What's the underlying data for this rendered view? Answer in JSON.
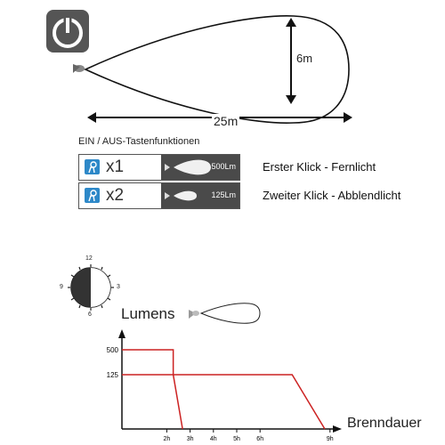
{
  "beam": {
    "height_label": "6m",
    "length_label": "25m"
  },
  "functions": {
    "title": "EIN / AUS-Tastenfunktionen",
    "rows": [
      {
        "multiplier": "x1",
        "lumens": "500Lm",
        "description": "Erster Klick - Fernlicht"
      },
      {
        "multiplier": "x2",
        "lumens": "125Lm",
        "description": "Zweiter Klick - Abblendlicht"
      }
    ]
  },
  "clock": {
    "labels": [
      "12",
      "3",
      "6",
      "9"
    ]
  },
  "runtime_chart": {
    "ylabel": "Lumens",
    "xlabel": "Brenndauer",
    "y_ticks": [
      "500",
      "125"
    ],
    "x_ticks": [
      "2h",
      "3h",
      "4h",
      "5h",
      "6h",
      "9h"
    ]
  },
  "chart_data": {
    "type": "line",
    "xlabel": "Brenndauer",
    "ylabel": "Lumens",
    "series": [
      {
        "values": [
          [
            0,
            500
          ],
          [
            2.2,
            500
          ],
          [
            2.2,
            125
          ],
          [
            2.6,
            0
          ]
        ]
      },
      {
        "values": [
          [
            0,
            125
          ],
          [
            7.3,
            125
          ],
          [
            8.7,
            0
          ]
        ]
      }
    ]
  },
  "colors": {
    "accent": "#2d88c8",
    "dark_panel": "#4a4a4a",
    "line": "#cc2222"
  },
  "icons": {
    "power": "power-icon",
    "flashlight": "flashlight-icon",
    "button": "button-press-icon"
  }
}
